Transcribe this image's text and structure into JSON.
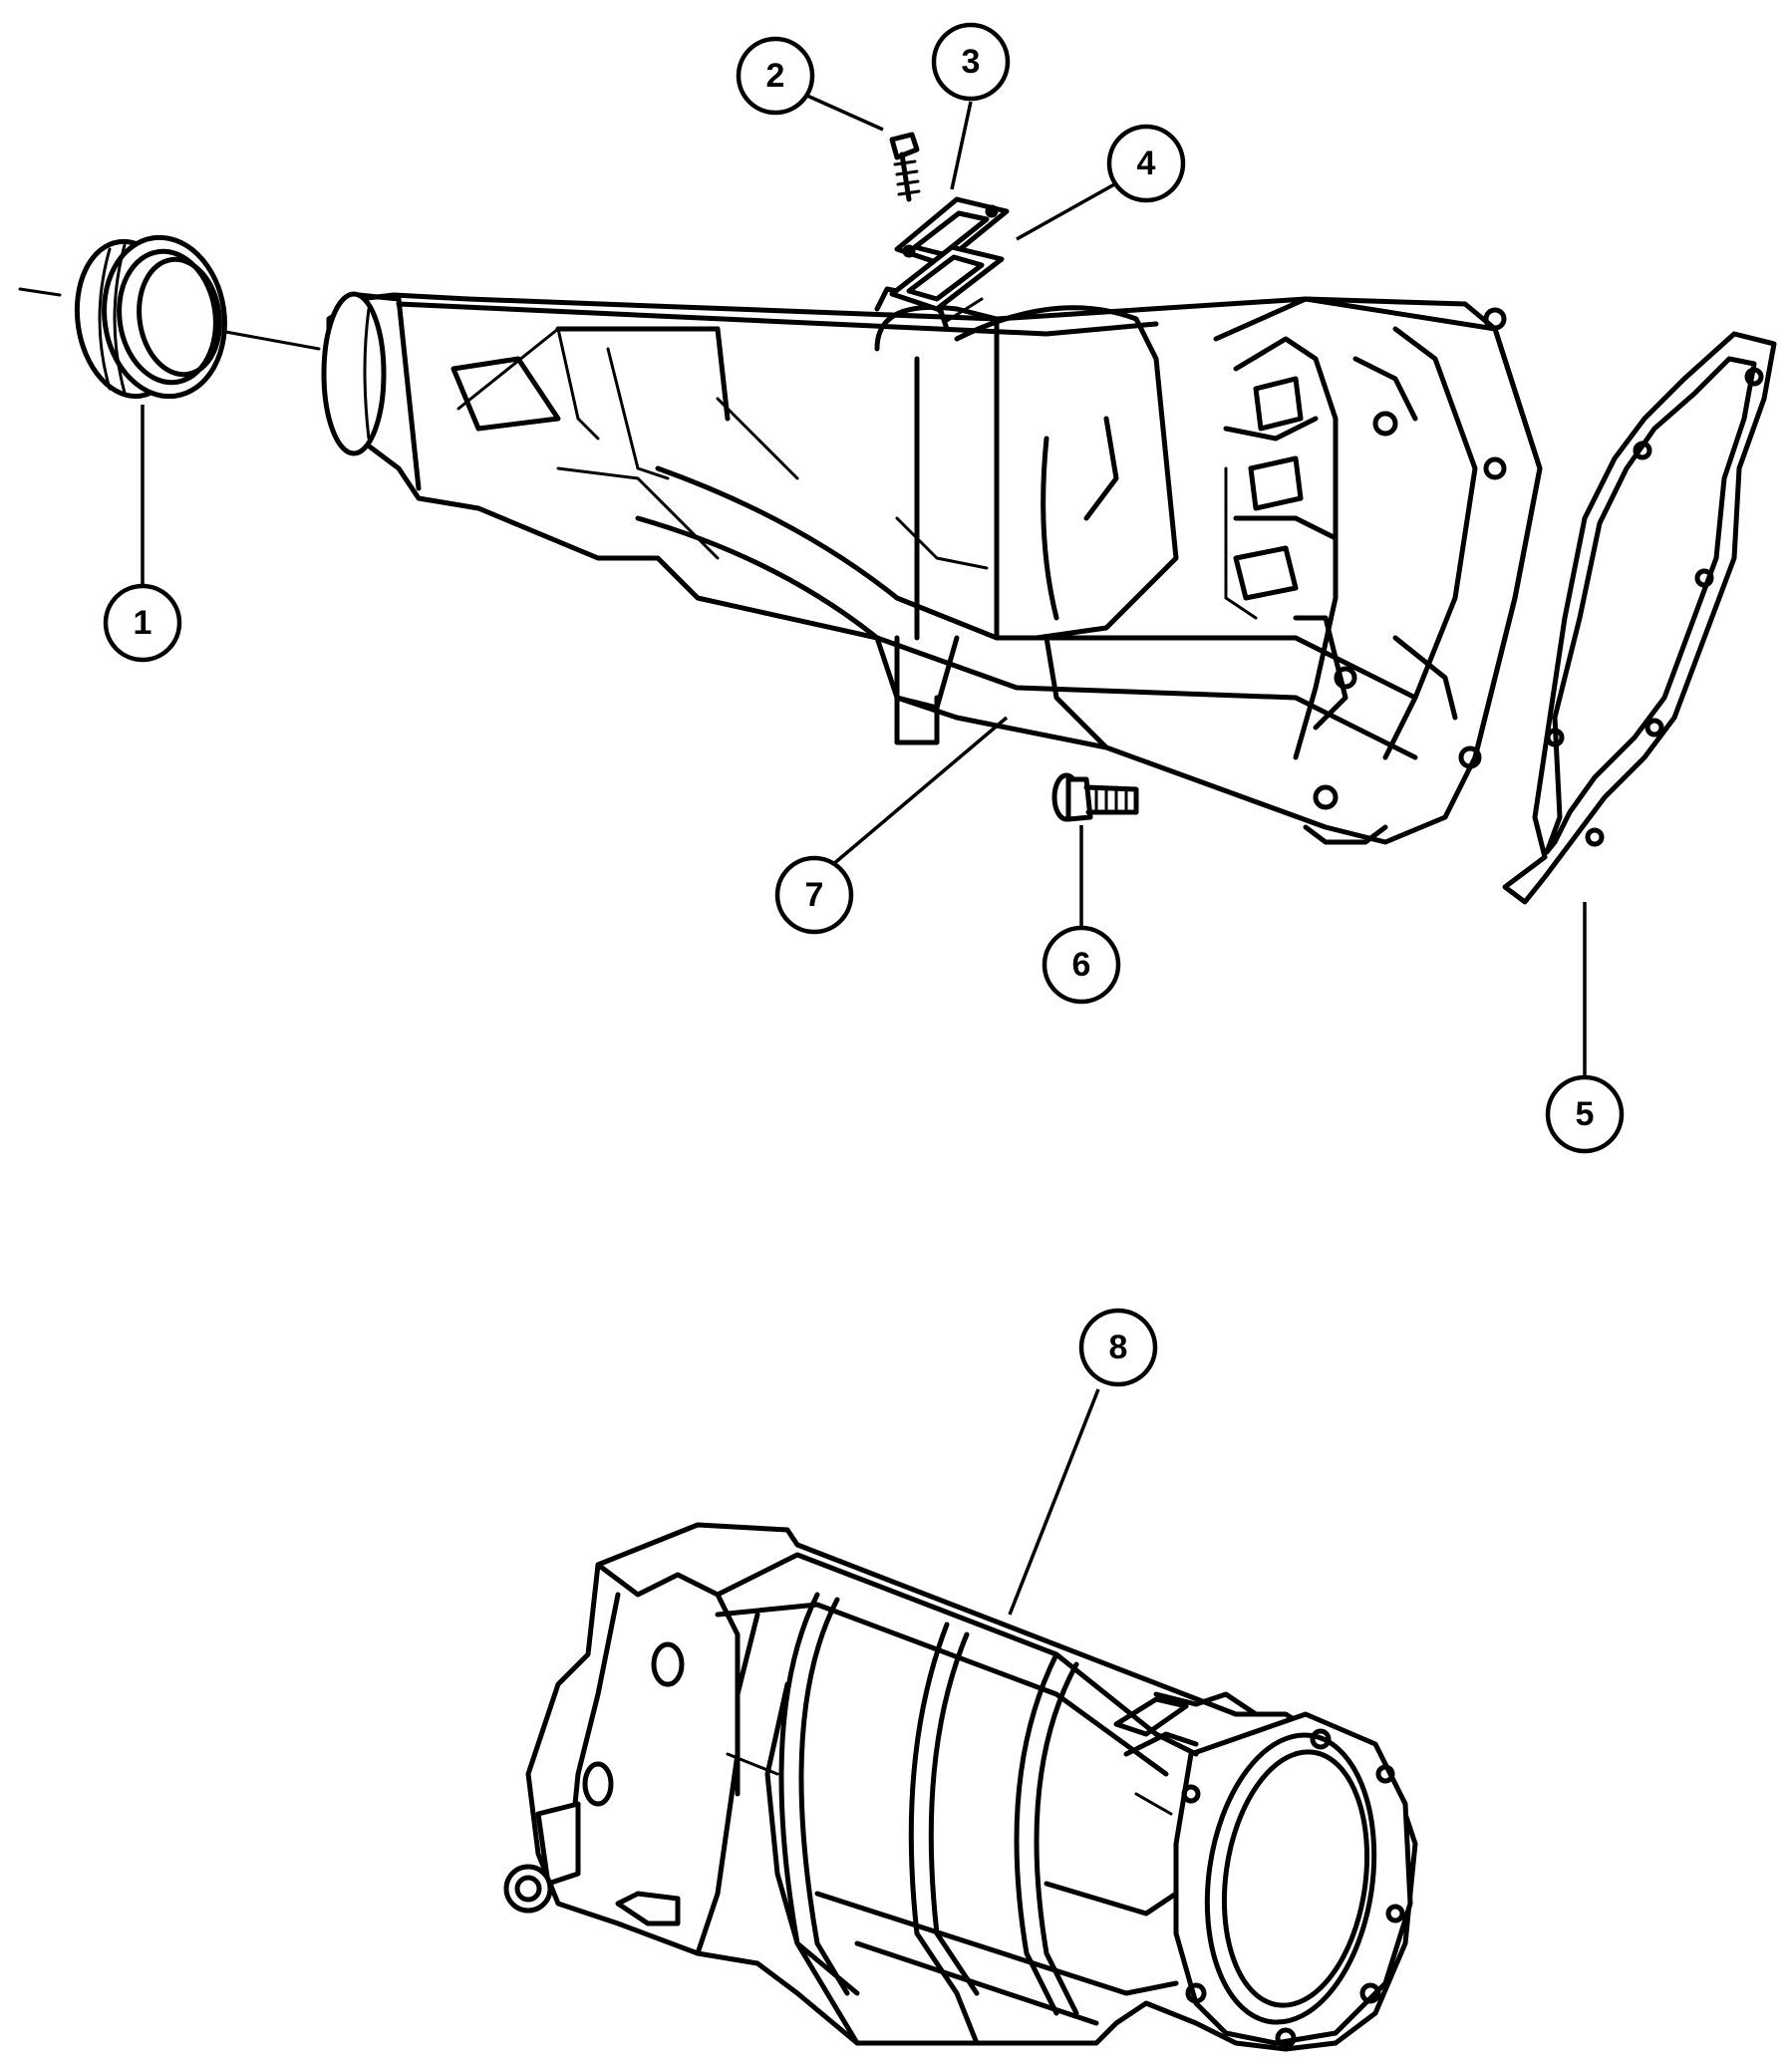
{
  "callouts": [
    {
      "id": "1",
      "label": "1"
    },
    {
      "id": "2",
      "label": "2"
    },
    {
      "id": "3",
      "label": "3"
    },
    {
      "id": "4",
      "label": "4"
    },
    {
      "id": "5",
      "label": "5"
    },
    {
      "id": "6",
      "label": "6"
    },
    {
      "id": "7",
      "label": "7"
    },
    {
      "id": "8",
      "label": "8"
    }
  ],
  "colors": {
    "ink": "#000000",
    "paper": "#ffffff"
  }
}
